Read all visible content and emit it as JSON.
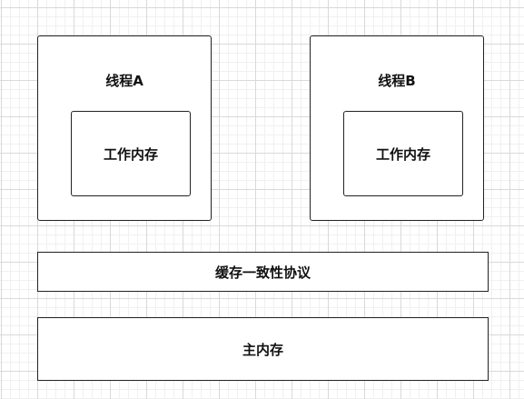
{
  "thread_a": {
    "title": "线程A",
    "work_memory": "工作内存"
  },
  "thread_b": {
    "title": "线程B",
    "work_memory": "工作内存"
  },
  "cache_coherence": "缓存一致性协议",
  "main_memory": "主内存",
  "colors": {
    "stroke": "#222222",
    "fill": "#ffffff",
    "text": "#111111",
    "grid_major": "#d9d9d9",
    "grid_minor": "#f0f0f0"
  }
}
